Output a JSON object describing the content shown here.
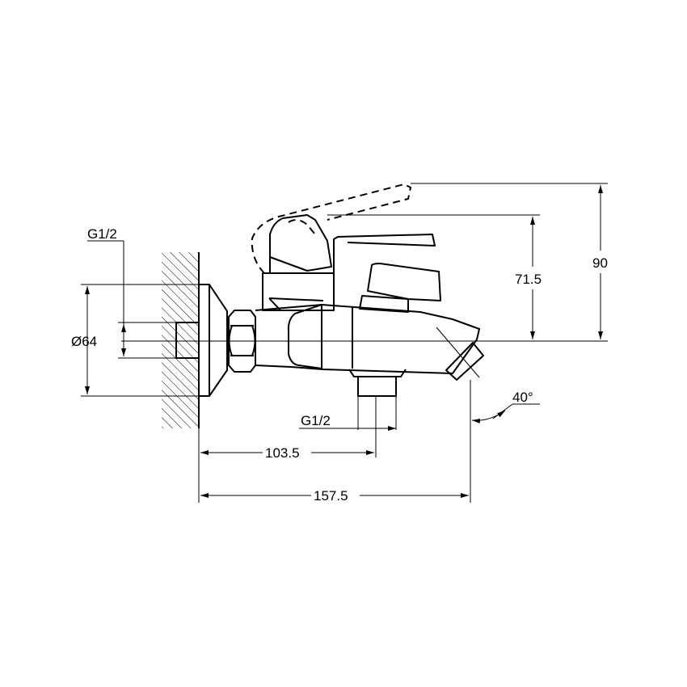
{
  "drawing": {
    "title": "Bath mixer side view dimension drawing",
    "labels": {
      "thread_wall": "G1/2",
      "diameter": "Ø64",
      "thread_outlet": "G1/2",
      "length_outlet": "103.5",
      "length_total": "157.5",
      "height_handle": "71.5",
      "height_handle_raised": "90",
      "spout_angle": "40°"
    },
    "colors": {
      "line": "#000000",
      "background": "#ffffff"
    }
  }
}
